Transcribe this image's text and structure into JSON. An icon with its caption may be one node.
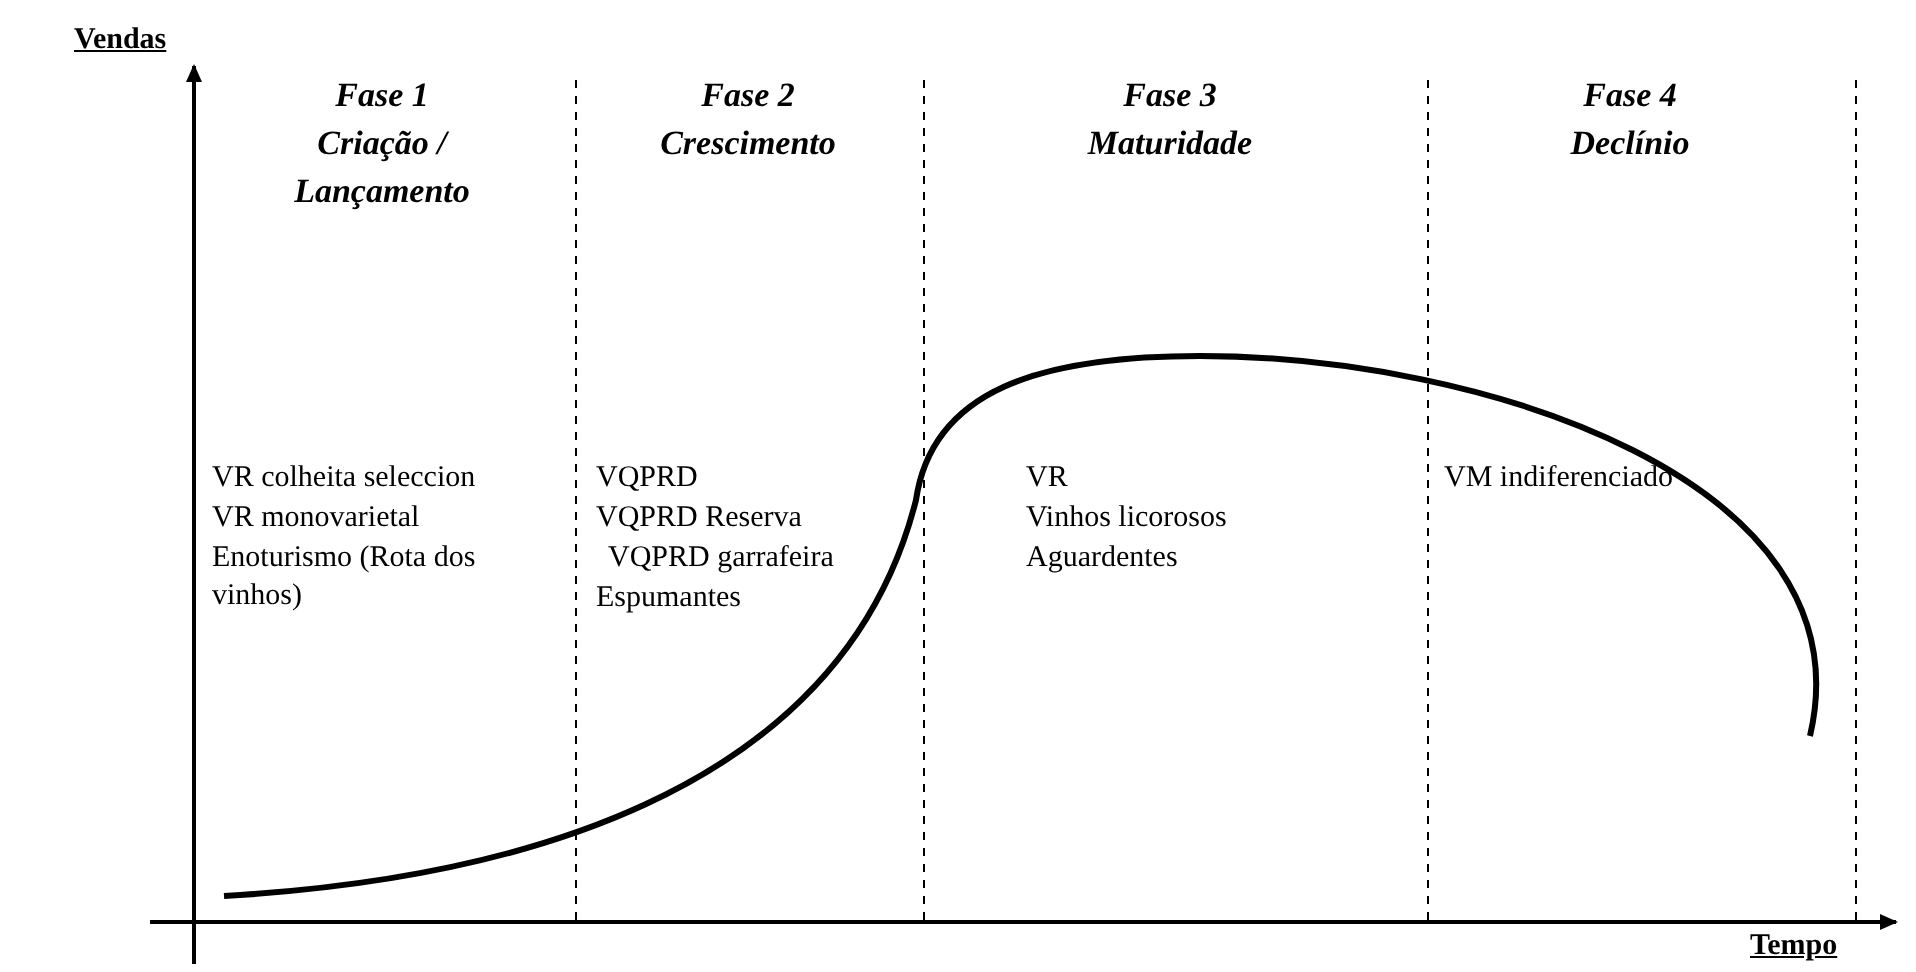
{
  "diagram": {
    "labels": [
      "Vendas",
      "Fase 1",
      "Criação / Lançamento",
      "Fase 2",
      "Crescimento",
      "Fase 3",
      "Maturidade",
      "Fase 4",
      "Declínio",
      "VR colheita seleccion",
      "VR monovarietal",
      "Enoturismo (Rota dos vinhos)",
      "VQPRD",
      "VQPRD Reserva",
      "VQPRD garrafeira",
      "Espumantes",
      "VR",
      "Vinhos licorosos",
      "Aguardentes",
      "VM indiferenciado",
      "Tempo"
    ]
  }
}
